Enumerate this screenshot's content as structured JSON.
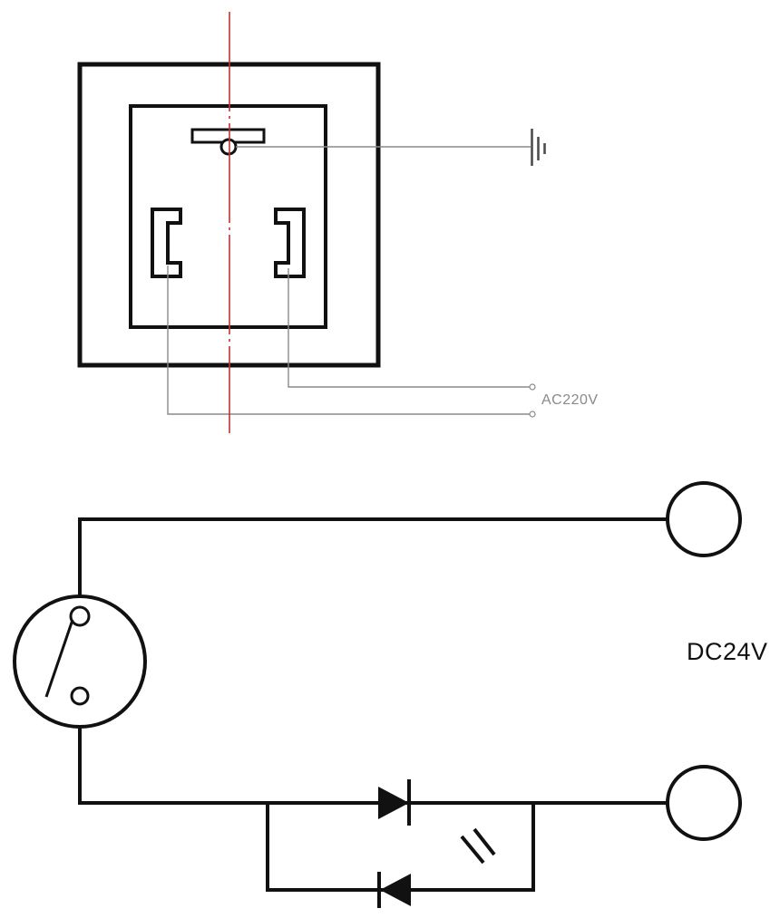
{
  "colors": {
    "ink": "#111111",
    "leader": "#8a8a8a",
    "ground": "#4d4d4d",
    "centerline": "#c23434",
    "paper": "#ffffff",
    "label": "#8a8a8a"
  },
  "top_figure": {
    "type": "socket-front-view-drawing",
    "supply_label": "AC220V",
    "symbols": [
      "mounting-frame",
      "socket-body",
      "ground-slot",
      "ground-pin-circle",
      "left-contact-slot",
      "right-contact-slot",
      "earth-ground-symbol",
      "red-center-line",
      "two-terminal-leads"
    ]
  },
  "bottom_figure": {
    "type": "circuit-schematic",
    "supply_label": "DC24V",
    "symbols": [
      "switch-in-circle",
      "supply-terminal-top",
      "supply-terminal-bottom",
      "forward-diode",
      "reverse-diode",
      "indicator-slash-marks",
      "bypass-branch"
    ]
  }
}
